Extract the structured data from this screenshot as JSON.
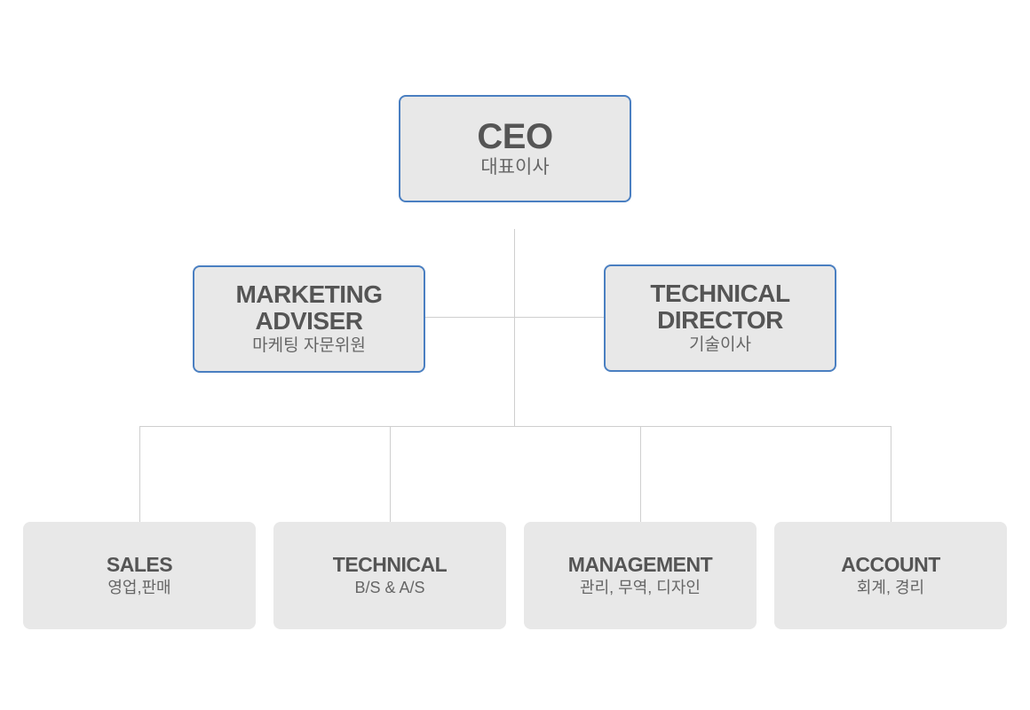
{
  "chart": {
    "ceo": {
      "title": "CEO",
      "subtitle": "대표이사"
    },
    "marketing_adviser": {
      "title": "MARKETING\nADVISER",
      "subtitle": "마케팅 자문위원"
    },
    "technical_director": {
      "title": "TECHNICAL\nDIRECTOR",
      "subtitle": "기술이사"
    },
    "departments": [
      {
        "title": "SALES",
        "subtitle": "영업,판매"
      },
      {
        "title": "TECHNICAL",
        "subtitle": "B/S & A/S"
      },
      {
        "title": "MANAGEMENT",
        "subtitle": "관리, 무역, 디자인"
      },
      {
        "title": "ACCOUNT",
        "subtitle": "회계, 경리"
      }
    ]
  },
  "colors": {
    "node_fill": "#e8e8e8",
    "node_outline": "#4a7fc1",
    "connector": "#cfcfcf",
    "text": "#555555"
  }
}
